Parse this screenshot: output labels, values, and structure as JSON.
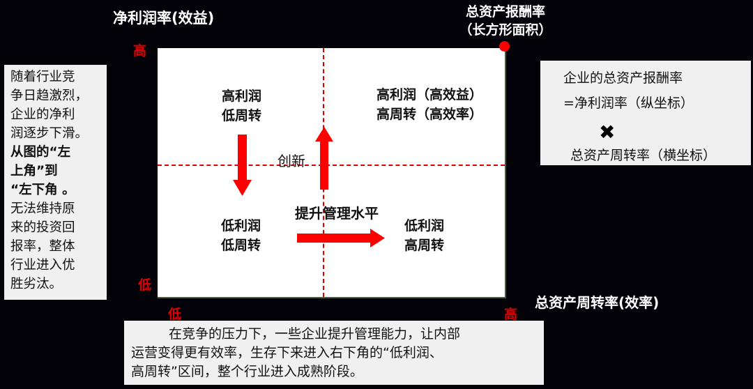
{
  "axes": {
    "y_title": "净利润率(效益)",
    "x_title": "总资产周转率(效率)",
    "y_high": "高",
    "y_low": "低",
    "x_low": "低",
    "x_high": "高"
  },
  "corner_marker": {
    "line1": "总资产报酬率",
    "line2": "（长方形面积）",
    "dot_color": "#ff0000"
  },
  "quadrants": {
    "top_left": {
      "line1": "高利润",
      "line2": "低周转"
    },
    "top_right": {
      "line1": "高利润（高效益）",
      "line2": "高周转（高效率）"
    },
    "bottom_left": {
      "line1": "低利润",
      "line2": "低周转"
    },
    "bottom_right": {
      "line1": "低利润",
      "line2": "高周转"
    }
  },
  "arrows": {
    "down_arrow": "high-profit-low-turnover to low-profit-low-turnover",
    "up_label": "创新",
    "right_label": "提升管理水平",
    "color": "#ff0000"
  },
  "left_note": {
    "lines": [
      "随着行业竞",
      "争日趋激烈，",
      "企业的净利",
      "润逐步下滑。"
    ],
    "bold_lines": [
      "从图的“左",
      "上角”到",
      "“左下角 。"
    ],
    "rest_lines": [
      "无法维持原",
      "来的投资回",
      "报率，整体",
      "行业进入优",
      "胜劣汰。"
    ]
  },
  "formula_box": {
    "line1": "企业的总资产报酬率",
    "line2": "=净利润率（纵坐标）",
    "operator": "✖",
    "line3": "总资产周转率（横坐标）"
  },
  "bottom_note": {
    "line1": "在竞争的压力下，一些企业提升管理能力，让内部",
    "line2": "运营变得更有效率，生存下来进入右下角的“低利润、",
    "line3": "高周转”区间，整个行业进入成熟阶段。"
  }
}
